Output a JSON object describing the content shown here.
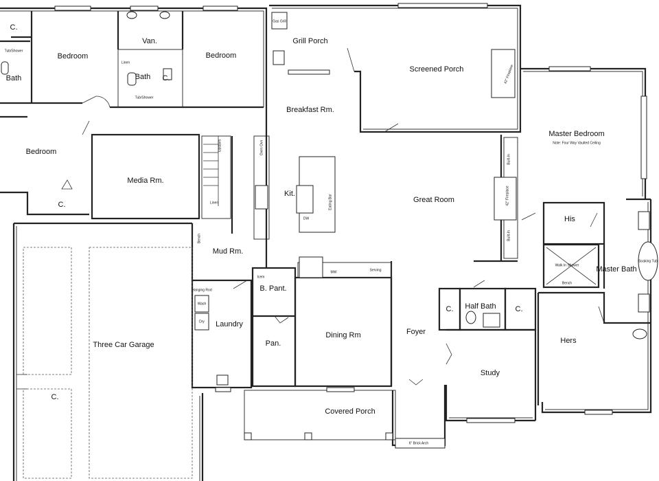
{
  "rooms": {
    "closet_tl": "C.",
    "tub_shower_left": "Tub/Shower",
    "bath_left": "Bath",
    "bedroom_1": "Bedroom",
    "vanity": "Van.",
    "linen_upper": "Linen",
    "bath_center": "Bath",
    "closet_center": "C.",
    "tub_shower_center": "Tub/Shower",
    "bedroom_2": "Bedroom",
    "gas_grill": "Gas Grill",
    "grill_porch": "Grill Porch",
    "screened_porch": "Screened Porch",
    "fireplace_porch": "42\" Fireplace",
    "breakfast_room": "Breakfast Rm.",
    "bedroom_3": "Bedroom",
    "media_room": "Media Rm.",
    "closet_media": "C.",
    "upstairs": "Upstairs",
    "linen_stair": "Linen",
    "oven_ovn": "Oven Ovn",
    "kitchen": "Kit.",
    "dw": "DW",
    "eating_bar": "Eating Bar",
    "great_room": "Great Room",
    "built_in_upper": "Built-In",
    "built_in_lower": "Built-In",
    "fireplace_great": "42\" Fireplace",
    "master_bedroom": "Master Bedroom",
    "vaulted_note": "Note: Four Way Vaulted Ceiling",
    "his": "His",
    "walk_in_shower": "Walk In Shower",
    "bench_master": "Bench",
    "master_bath": "Master Bath",
    "soaking_tub": "Soaking Tub",
    "bench_mud": "Bench",
    "mud_room": "Mud Rm.",
    "icemaker": "Icem",
    "butler_pantry": "B. Pant.",
    "mw": "MW",
    "serving": "Serving",
    "hanging_rod": "Hanging Rod",
    "wash": "Wash",
    "dry": "Dry",
    "laundry": "Laundry",
    "pantry": "Pan.",
    "dining_room": "Dining Rm",
    "foyer": "Foyer",
    "closet_foyer": "C.",
    "half_bath": "Half Bath",
    "closet_half": "C.",
    "hers": "Hers",
    "study": "Study",
    "three_car_garage": "Three Car Garage",
    "closet_garage": "C.",
    "covered_porch": "Covered Porch",
    "brick_arch": "6\" Brick Arch"
  }
}
